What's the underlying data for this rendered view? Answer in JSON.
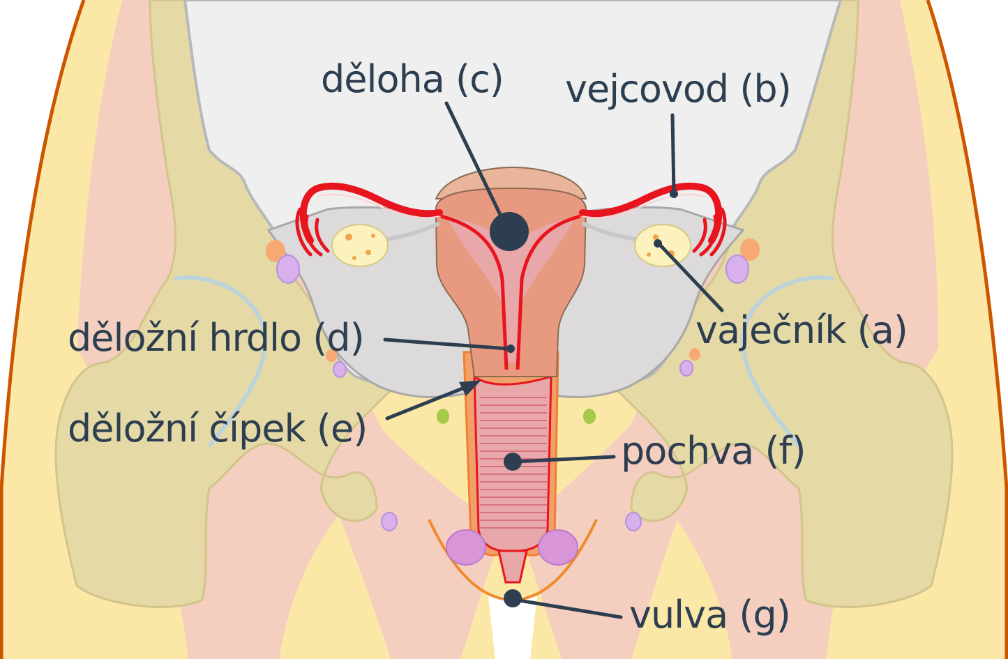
{
  "colors": {
    "label_text": "#2c3e50",
    "leader_line": "#2c3e50",
    "skin": "#fbe8a6",
    "skin_outline": "#cc5500",
    "muscle": "#f4cfc0",
    "bone": "#e5d9a6",
    "bone_outline": "#d2c48a",
    "abdomen": "#efefef",
    "pelvic_cavity": "#dcdadb",
    "uterus": "#e89a80",
    "uterus_lining": "#e8a8aa",
    "vessel_red": "#e8141e",
    "ovary": "#fbf2be",
    "ovary_spot": "#f3a34a",
    "lymph_purple": "#d8b0ec",
    "lymph_orange": "#f7a873",
    "nerve_green": "#a7c94a"
  },
  "labels": {
    "uterus": "děloha (c)",
    "fallopian_tube": "vejcovod (b)",
    "ovary": "vaječník (a)",
    "cervix": "děložní hrdlo (d)",
    "cervical_os": "děložní čípek (e)",
    "vagina": "pochva (f)",
    "vulva": "vulva (g)"
  },
  "structures": [
    "skin",
    "thigh-muscle-left",
    "thigh-muscle-right",
    "hip-bone-left",
    "hip-bone-right",
    "abdominal-cavity",
    "pelvic-cavity",
    "uterus",
    "fallopian-tube-left",
    "fallopian-tube-right",
    "ovary-left",
    "ovary-right",
    "vagina",
    "vulva"
  ]
}
